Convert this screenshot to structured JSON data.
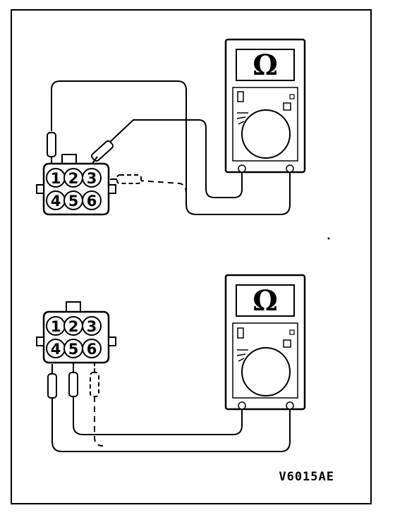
{
  "figure_code": "V6015AE",
  "meter": {
    "unit_symbol": "Ω"
  },
  "connector_pins": [
    "1",
    "2",
    "3",
    "4",
    "5",
    "6"
  ],
  "colors": {
    "ink": "#000000",
    "background": "#ffffff"
  }
}
